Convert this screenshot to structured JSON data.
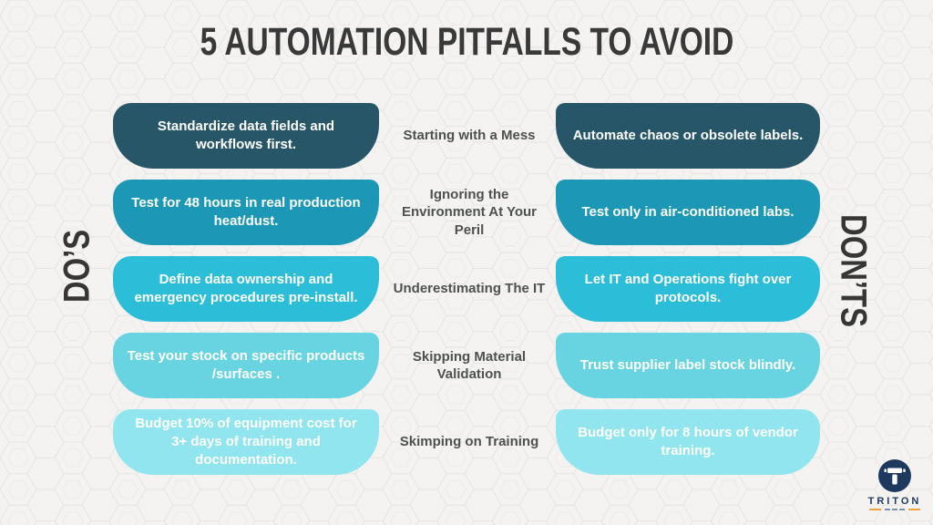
{
  "title": "5 AUTOMATION PITFALLS TO AVOID",
  "left_column_label": "DO’S",
  "right_column_label": "DON’TS",
  "rows": [
    {
      "do": "Standardize data fields and workflows first.",
      "pitfall": "Starting with a Mess",
      "dont": "Automate chaos or obsolete labels.",
      "color": "#275669"
    },
    {
      "do": "Test for 48 hours in real production heat/dust.",
      "pitfall": "Ignoring the Environment At Your Peril",
      "dont": "Test only in air-conditioned labs.",
      "color": "#1c98b6"
    },
    {
      "do": "Define data ownership and emergency procedures pre-install.",
      "pitfall": "Underestimating The IT",
      "dont": "Let IT and Operations fight over protocols.",
      "color": "#2cbdd9"
    },
    {
      "do": "Test your stock on specific products /surfaces .",
      "pitfall": "Skipping Material Validation",
      "dont": "Trust supplier label stock blindly.",
      "color": "#68d4e2"
    },
    {
      "do": "Budget 10% of equipment cost for 3+ days of training and documentation.",
      "pitfall": "Skimping on Training",
      "dont": "Budget only for 8 hours of vendor training.",
      "color": "#91e5ef"
    }
  ],
  "logo": {
    "name": "TRITON",
    "navy": "#1d3a5e",
    "orange": "#f2a33c"
  },
  "colors": {
    "background": "#f4f3f1",
    "pattern_line": "#e7e6e3",
    "title_text": "#393939",
    "pitfall_text": "#4d524d",
    "box_text": "#ffffff"
  }
}
